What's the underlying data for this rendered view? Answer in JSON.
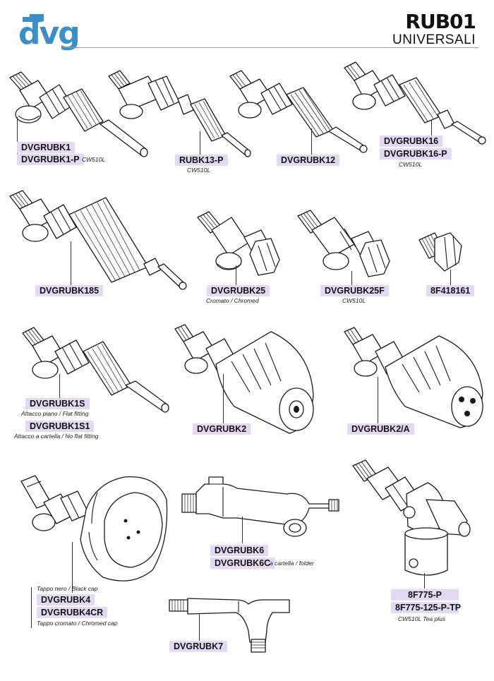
{
  "header": {
    "logo_text": "dvg",
    "brand_color": "#3a8fc9",
    "code": "RUB01",
    "title": "UNIVERSALI"
  },
  "label_color": "#e4d9f2",
  "items": {
    "rubk1": {
      "code_1": "DVGRUBK1",
      "code_2": "DVGRUBK1-P",
      "note": "CW510L"
    },
    "rubk13": {
      "code": "RUBK13-P",
      "note": "CW510L"
    },
    "rubk12": {
      "code": "DVGRUBK12"
    },
    "rubk16": {
      "code_1": "DVGRUBK16",
      "code_2": "DVGRUBK16-P",
      "note": "CW510L"
    },
    "rubk185": {
      "code": "DVGRUBK185"
    },
    "rubk25": {
      "code": "DVGRUBK25",
      "note": "Cromato / Chromed"
    },
    "rubk25f": {
      "code": "DVGRUBK25F",
      "note": "CW510L"
    },
    "f418161": {
      "code": "8F418161"
    },
    "rubk1s": {
      "code_1": "DVGRUBK1S",
      "note_1": "Attacco piano / Flat fitting",
      "code_2": "DVGRUBK1S1",
      "note_2": "Attacco a cartella / No flat fitting"
    },
    "rubk2": {
      "code": "DVGRUBK2"
    },
    "rubk2a": {
      "code": "DVGRUBK2/A"
    },
    "rubk4": {
      "note_1": "Tappo nero /  Black cap",
      "code_1": "DVGRUBK4",
      "code_2": "DVGRUBK4CR",
      "note_2": "Tappo cromato / Chromed cap"
    },
    "rubk6": {
      "code_1": "DVGRUBK6",
      "code_2": "DVGRUBK6C",
      "note": "a cartella / folder"
    },
    "rubk7": {
      "code": "DVGRUBK7"
    },
    "f775": {
      "code_1": "8F775-P",
      "code_2": "8F775-125-P-TP",
      "note": "CW510L Tea plus"
    }
  }
}
